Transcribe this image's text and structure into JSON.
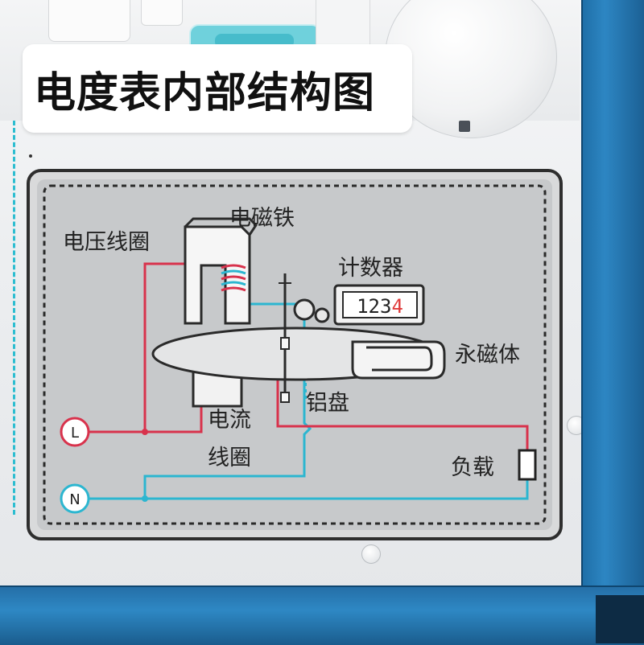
{
  "title": "电度表内部结构图",
  "labels": {
    "voltage_coil": "电压线圈",
    "electromagnet": "电磁铁",
    "counter": "计数器",
    "counter_value": "1234",
    "permanent_magnet": "永磁体",
    "aluminum_disc": "铝盘",
    "current_coil_line1": "电流",
    "current_coil_line2": "线圈",
    "load": "负载",
    "terminal_live": "L",
    "terminal_neutral": "N"
  },
  "colors": {
    "live_wire": "#d8324c",
    "neutral_wire": "#2cb6d0",
    "frame_blue": "#2a7fbd",
    "panel_gray": "#c9cbcd",
    "counter_red_digit": "#e03a3a"
  }
}
